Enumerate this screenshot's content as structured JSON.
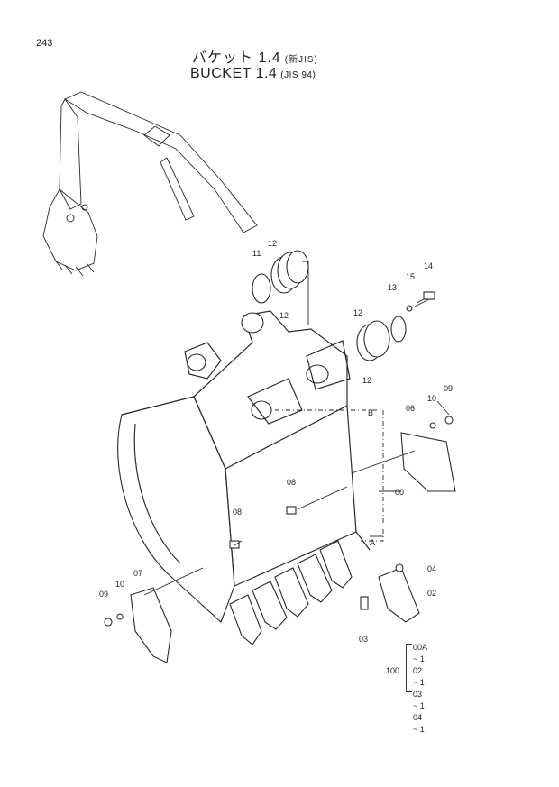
{
  "page_number": "243",
  "title": {
    "jp": "バケット 1.4",
    "jp_sub": "(新JIS)",
    "en": "BUCKET 1.4",
    "en_sub": "(JIS 94)"
  },
  "callouts": [
    "11",
    "12",
    "12",
    "14",
    "15",
    "13",
    "12",
    "12",
    "B",
    "06",
    "10",
    "09",
    "08",
    "00",
    "08",
    "A",
    "04",
    "07",
    "10",
    "09",
    "02",
    "03"
  ],
  "kit": {
    "assembly": "100",
    "rows": [
      {
        "code": "00A",
        "qty": "~ 1"
      },
      {
        "code": "02",
        "qty": "~ 1"
      },
      {
        "code": "03",
        "qty": "~ 1"
      },
      {
        "code": "04",
        "qty": "~ 1"
      }
    ]
  }
}
